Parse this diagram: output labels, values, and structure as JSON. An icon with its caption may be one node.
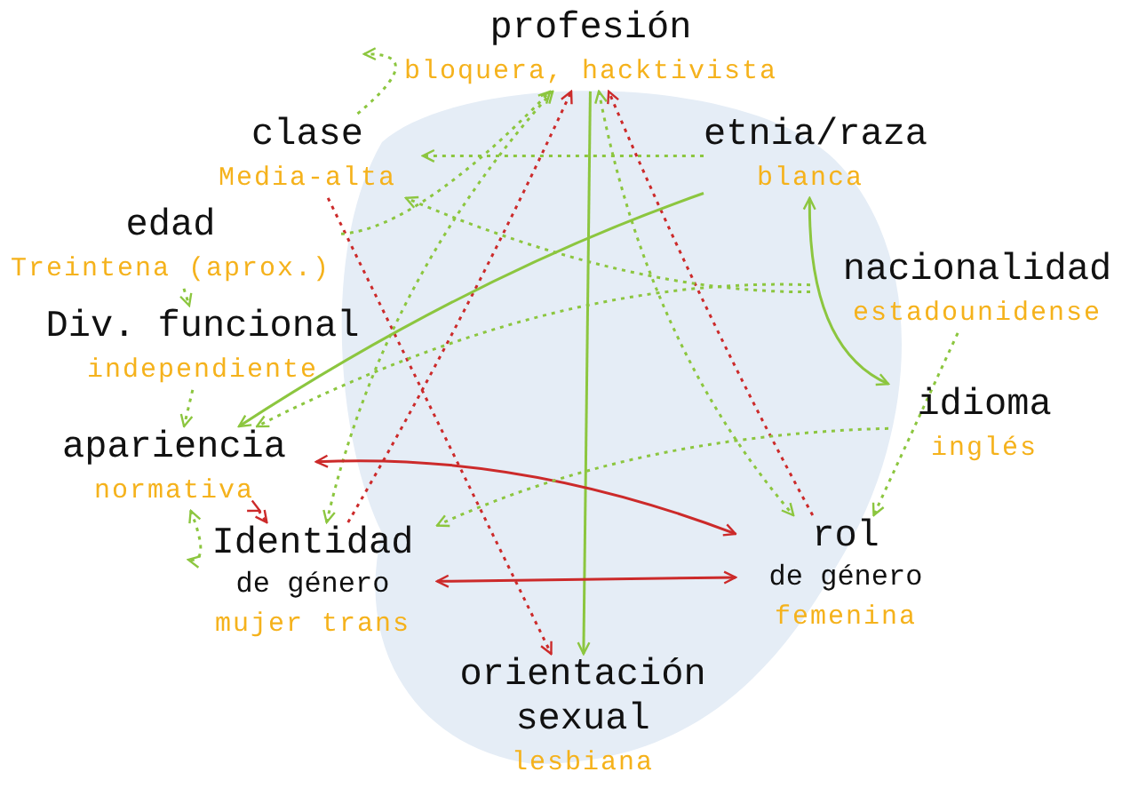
{
  "diagram": {
    "nodes": [
      {
        "text": [
          "profesión",
          "bloquera, hacktivista"
        ]
      },
      {
        "text": [
          "clase",
          "Media-alta"
        ]
      },
      {
        "text": [
          "etnia/raza",
          "blanca"
        ]
      },
      {
        "text": [
          "edad",
          "Treintena (aprox.)"
        ]
      },
      {
        "text": [
          "nacionalidad",
          "estadounidense"
        ]
      },
      {
        "text": [
          "Div. funcional",
          "independiente"
        ]
      },
      {
        "text": [
          "idioma",
          "inglés"
        ]
      },
      {
        "text": [
          "apariencia",
          "normativa"
        ]
      },
      {
        "text": [
          "Identidad",
          "de género",
          "mujer trans"
        ]
      },
      {
        "text": [
          "rol",
          "de género",
          "femenina"
        ]
      },
      {
        "text": [
          "orientación sexual",
          "lesbiana"
        ]
      }
    ],
    "edges": [
      {
        "from": 3,
        "to": 5,
        "arrow": "to",
        "style": "dashed"
      },
      {
        "from": 5,
        "to": 7,
        "arrow": "to",
        "style": "dashed"
      },
      {
        "from": 2,
        "to": 1,
        "arrow": "to",
        "style": "dashed"
      },
      {
        "from": 1,
        "to": 0,
        "arrow": "to",
        "style": "dashed"
      },
      {
        "from": 1,
        "to": 10,
        "arrow": "to",
        "style": "dashed",
        "color": "#cc2a2a"
      },
      {
        "from": 8,
        "to": 0,
        "arrow": "to",
        "style": "dashed",
        "color": "#cc2a2a"
      },
      {
        "from": 9,
        "to": 0,
        "arrow": "to",
        "style": "dashed",
        "color": "#cc2a2a"
      },
      {
        "from": 8,
        "to": 0,
        "arrow": "both",
        "style": "dashed"
      },
      {
        "from": 0,
        "to": 9,
        "arrow": "both",
        "style": "dashed"
      },
      {
        "from": 0,
        "to": 10,
        "arrow": "to"
      },
      {
        "from": 2,
        "to": 6,
        "arrow": "both"
      },
      {
        "from": 2,
        "to": 7,
        "arrow": "to"
      },
      {
        "from": 7,
        "to": 9,
        "arrow": "both",
        "color": "#cc2a2a"
      },
      {
        "from": 8,
        "to": 9,
        "arrow": "both",
        "color": "#cc2a2a"
      },
      {
        "from": 7,
        "to": 8,
        "arrow": "both",
        "style": "dashed",
        "color": "#cc2a2a"
      },
      {
        "from": 7,
        "to": 8,
        "arrow": "both",
        "style": "dashed"
      },
      {
        "from": 4,
        "to": 9,
        "arrow": "to",
        "style": "dashed"
      },
      {
        "from": 4,
        "to": 1,
        "arrow": "to",
        "style": "dashed"
      },
      {
        "from": 3,
        "to": 0,
        "arrow": "to",
        "style": "dashed"
      },
      {
        "from": 6,
        "to": 8,
        "arrow": "to",
        "style": "dashed"
      },
      {
        "from": 4,
        "to": 7,
        "arrow": "to",
        "style": "dashed"
      }
    ]
  }
}
